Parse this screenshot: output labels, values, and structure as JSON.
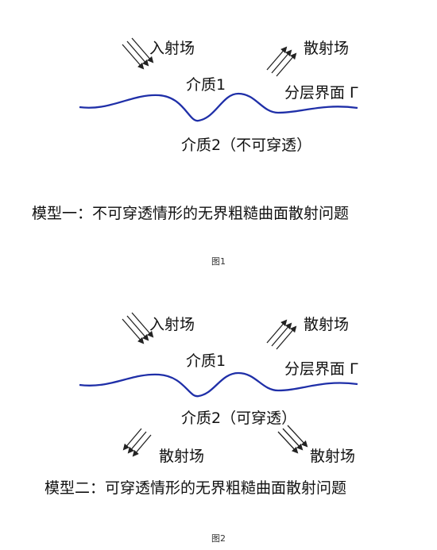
{
  "figures": [
    {
      "incident_label": "入射场",
      "scattered_top_label": "散射场",
      "medium1_label": "介质1",
      "interface_label": "分层界面 Γ",
      "medium2_label": "介质2（不可穿透）",
      "caption": "模型一：不可穿透情形的无界粗糙曲面散射问题",
      "figure_number": "图1"
    },
    {
      "incident_label": "入射场",
      "scattered_top_label": "散射场",
      "medium1_label": "介质1",
      "interface_label": "分层界面 Γ",
      "medium2_label": "介质2（可穿透）",
      "transmitted_left_label": "散射场",
      "transmitted_right_label": "散射场",
      "caption": "模型二：可穿透情形的无界粗糙曲面散射问题",
      "figure_number": "图2"
    }
  ],
  "colors": {
    "interface_curve": "#1f2fa8",
    "arrows": "#222222"
  }
}
